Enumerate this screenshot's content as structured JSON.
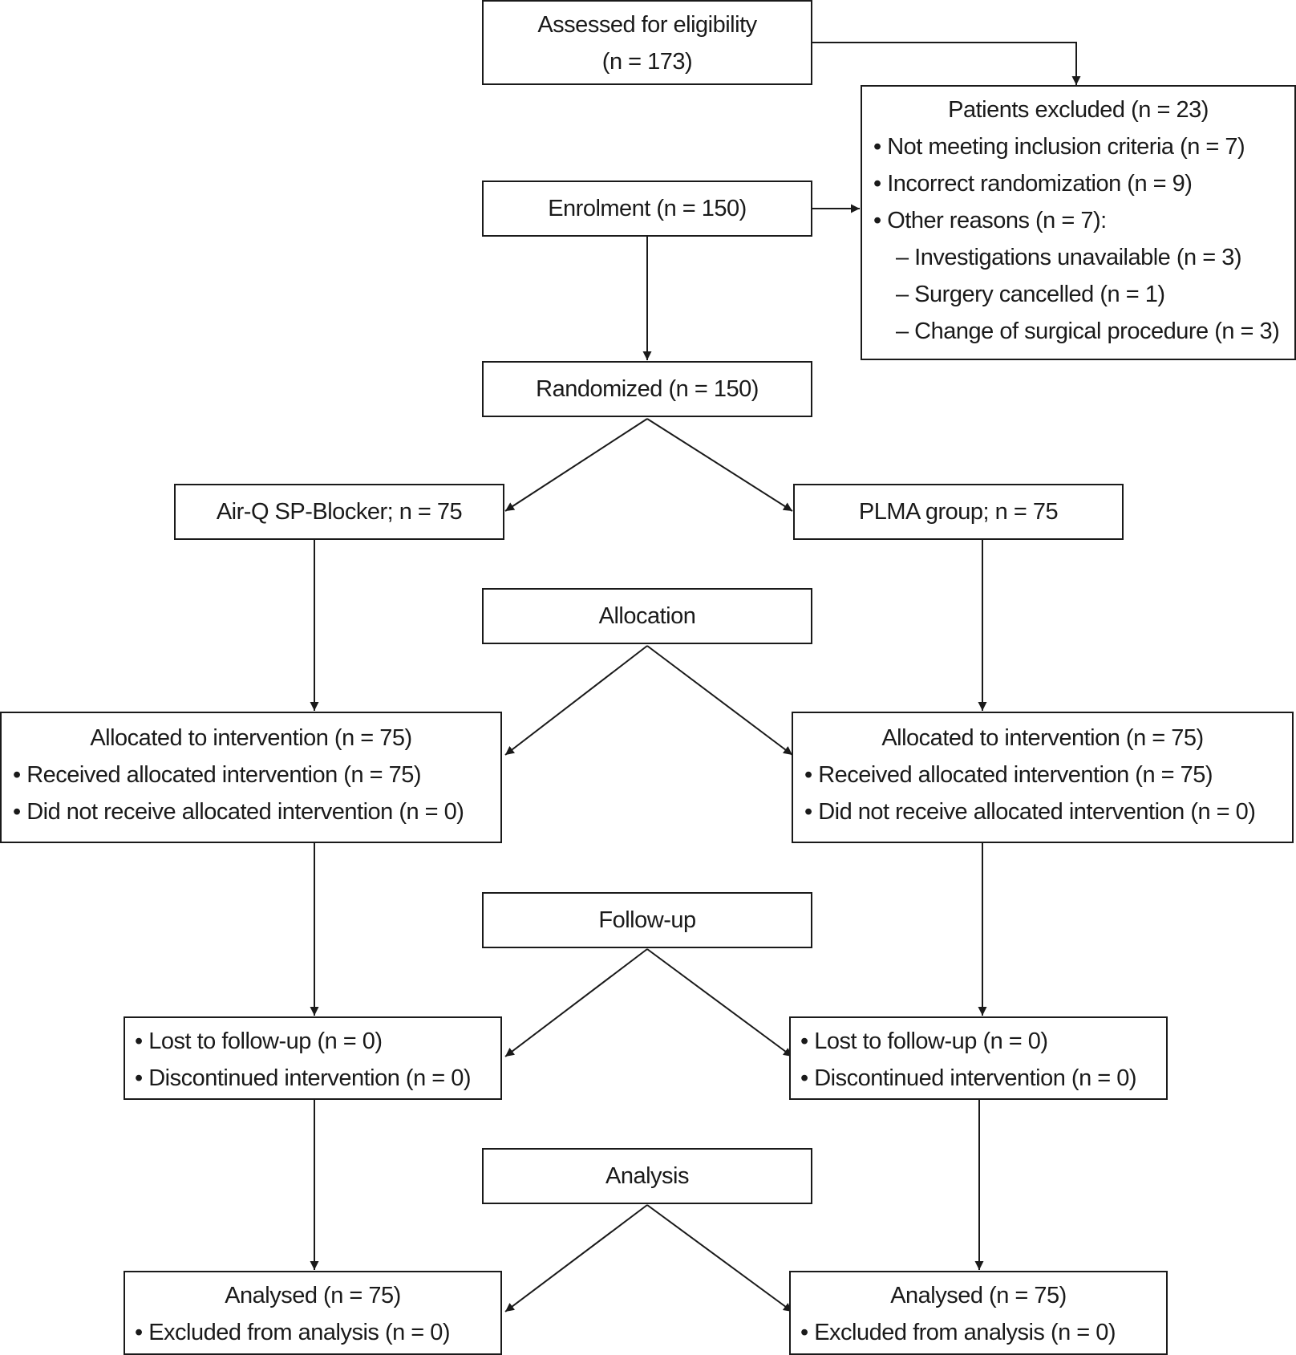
{
  "flowchart": {
    "eligibility": {
      "line1": "Assessed for eligibility",
      "line2": "(n = 173)"
    },
    "excluded": {
      "title": "Patients excluded (n = 23)",
      "items": [
        "• Not meeting inclusion criteria (n = 7)",
        "• Incorrect randomization (n = 9)",
        "• Other reasons (n = 7):",
        "– Investigations unavailable (n = 3)",
        "– Surgery cancelled (n = 1)",
        "– Change of surgical procedure (n = 3)"
      ]
    },
    "enrolment": "Enrolment (n = 150)",
    "randomized": "Randomized (n = 150)",
    "groups": {
      "left": "Air-Q SP-Blocker; n = 75",
      "right": "PLMA group; n = 75"
    },
    "stages": {
      "allocation": "Allocation",
      "follow_up": "Follow-up",
      "analysis": "Analysis"
    },
    "allocated": {
      "title": "Allocated to intervention (n = 75)",
      "items": [
        "• Received allocated intervention (n = 75)",
        "• Did not receive allocated intervention (n = 0)"
      ]
    },
    "follow_up_box": {
      "items": [
        "• Lost to follow-up (n = 0)",
        "• Discontinued intervention (n = 0)"
      ]
    },
    "analysed": {
      "title": "Analysed (n = 75)",
      "items": [
        "• Excluded from analysis (n = 0)"
      ]
    }
  }
}
